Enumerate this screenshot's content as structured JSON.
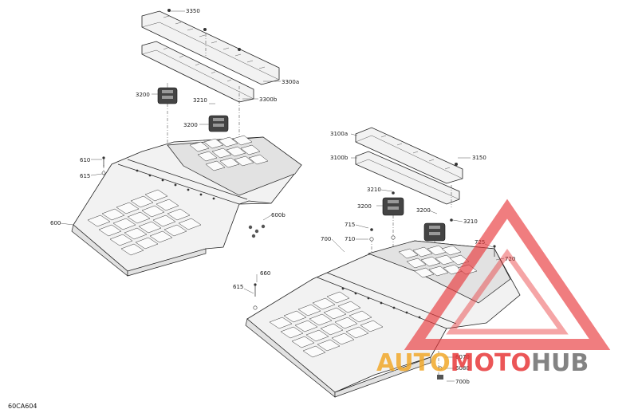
{
  "figure_code": "60CA604",
  "callouts": [
    {
      "id": "c3350",
      "text": "3350"
    },
    {
      "id": "c3300a",
      "text": "3300a"
    },
    {
      "id": "c3300b",
      "text": "3300b"
    },
    {
      "id": "c3200a",
      "text": "3200"
    },
    {
      "id": "c3210a",
      "text": "3210"
    },
    {
      "id": "c3200b",
      "text": "3200"
    },
    {
      "id": "c610",
      "text": "610"
    },
    {
      "id": "c615a",
      "text": "615"
    },
    {
      "id": "c600",
      "text": "600"
    },
    {
      "id": "c600b",
      "text": "600b"
    },
    {
      "id": "c3100a",
      "text": "3100a"
    },
    {
      "id": "c3100b",
      "text": "3100b"
    },
    {
      "id": "c3150",
      "text": "3150"
    },
    {
      "id": "c3210b",
      "text": "3210"
    },
    {
      "id": "c3200c",
      "text": "3200"
    },
    {
      "id": "c3200d",
      "text": "3200"
    },
    {
      "id": "c3210c",
      "text": "3210"
    },
    {
      "id": "c715",
      "text": "715"
    },
    {
      "id": "c710",
      "text": "710"
    },
    {
      "id": "c700",
      "text": "700"
    },
    {
      "id": "c725",
      "text": "725"
    },
    {
      "id": "c720",
      "text": "720"
    },
    {
      "id": "c660",
      "text": "660"
    },
    {
      "id": "c615b",
      "text": "615"
    },
    {
      "id": "c6070",
      "text": "6070"
    },
    {
      "id": "c6080",
      "text": "6080"
    },
    {
      "id": "c700b",
      "text": "700b"
    }
  ],
  "watermark": {
    "part1": "AUTO",
    "part2": "MOTO",
    "part3": "HUB",
    "color_orange": "#f1a82a",
    "color_red": "#e8383a",
    "color_gray": "#6d6d6d"
  }
}
